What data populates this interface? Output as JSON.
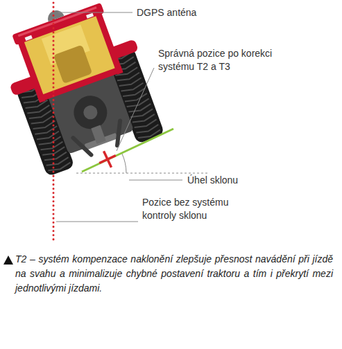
{
  "diagram": {
    "caption": "T2 – systém kompenzace naklonění zlepšuje přesnost navádění při jízdě na svahu a minimalizuje chybné postavení traktoru a tím i překrytí mezi jednotlivými jízdami.",
    "labels": [
      "DGPS anténa",
      "Správná pozice po korekci systému T2 a T3",
      "Úhel sklonu",
      "Pozice bez systému kontroly sklonu"
    ]
  }
}
